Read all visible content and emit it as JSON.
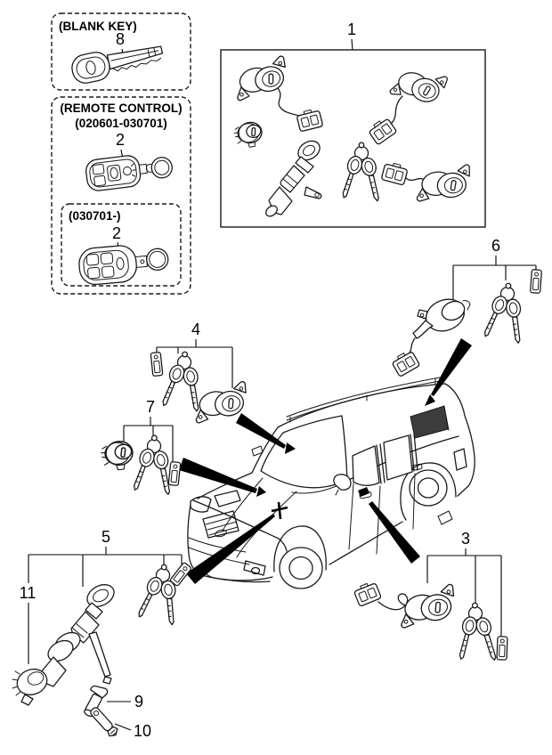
{
  "colors": {
    "line": "#1a1a1a",
    "arrow": "#000000",
    "background": "#ffffff",
    "glass_tint": "#3c3c3c"
  },
  "insets": {
    "blank_key": {
      "title": "(BLANK KEY)",
      "callout": "8"
    },
    "remote_control": {
      "title": "(REMOTE CONTROL)",
      "early_range": "(020601-030701)",
      "early_callout": "2",
      "late_range": "(030701-)",
      "late_callout": "2"
    }
  },
  "callouts": {
    "lock_key_set_kit": "1",
    "rear_door_lock": "3",
    "front_door_lock": "4",
    "ignition_steering_lock": "5",
    "tailgate_lock": "6",
    "glove_box_lock": "7",
    "stopper_pin": "9",
    "striker_bracket": "10",
    "lock_cylinder_body": "11"
  }
}
